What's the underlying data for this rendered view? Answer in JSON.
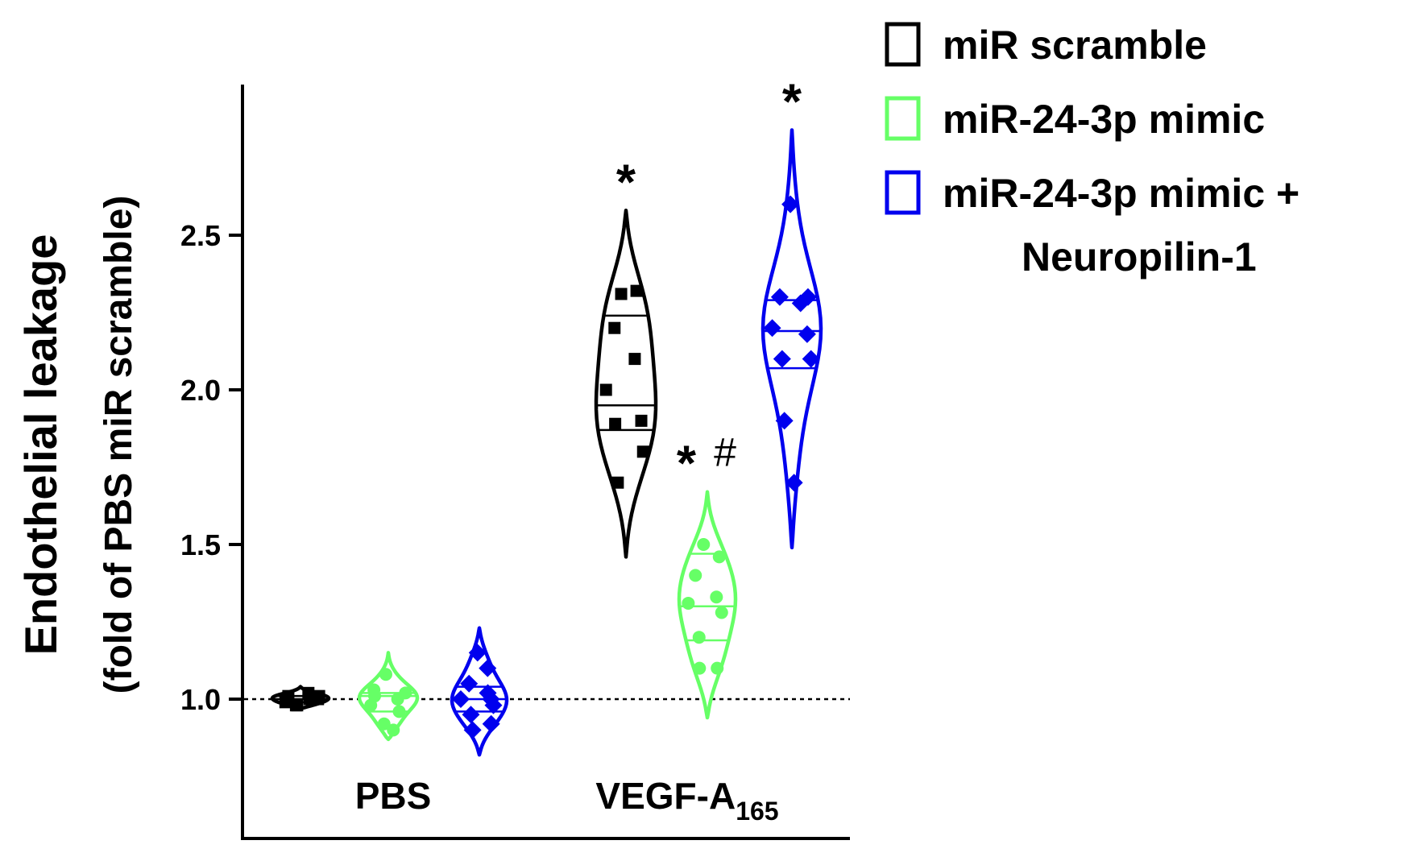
{
  "chart_data": {
    "type": "violin",
    "ylabel_line1": "Endothelial leakage",
    "ylabel_line2": "(fold of PBS miR scramble)",
    "ylim": [
      0.55,
      3.0
    ],
    "yticks": [
      "1.0",
      "1.5",
      "2.0",
      "2.5"
    ],
    "ytick_values": [
      1.0,
      1.5,
      2.0,
      2.5
    ],
    "reference_line": 1.0,
    "categories": [
      "PBS",
      "VEGF-A"
    ],
    "category_subscript": [
      "",
      "165"
    ],
    "legend_position": "top-right",
    "legend": [
      {
        "label": "miR scramble",
        "color": "#000000"
      },
      {
        "label": "miR-24-3p mimic",
        "color": "#66ff66"
      },
      {
        "label": "miR-24-3p mimic +",
        "label2": "Neuropilin-1",
        "color": "#0000ee"
      }
    ],
    "series": [
      {
        "name": "miR scramble",
        "color": "#000000",
        "marker": "square",
        "groups": [
          {
            "category": "PBS",
            "values": [
              0.98,
              1.0,
              1.01,
              1.0,
              0.99,
              1.02,
              0.98,
              1.01
            ],
            "median": 1.0,
            "q1": 0.99,
            "q3": 1.01,
            "range": [
              0.97,
              1.04
            ]
          },
          {
            "category": "VEGF-A",
            "values": [
              2.31,
              2.32,
              2.2,
              2.1,
              2.0,
              1.9,
              1.89,
              1.8,
              1.7
            ],
            "median": 1.95,
            "q1": 1.87,
            "q3": 2.24,
            "range": [
              1.46,
              2.58
            ],
            "annotation": "*"
          }
        ]
      },
      {
        "name": "miR-24-3p mimic",
        "color": "#66ff66",
        "marker": "circle",
        "groups": [
          {
            "category": "PBS",
            "values": [
              1.08,
              1.02,
              1.01,
              1.0,
              0.98,
              0.96,
              0.92,
              0.9,
              1.03
            ],
            "median": 1.01,
            "q1": 0.96,
            "q3": 1.02,
            "range": [
              0.87,
              1.15
            ]
          },
          {
            "category": "VEGF-A",
            "values": [
              1.5,
              1.46,
              1.4,
              1.33,
              1.31,
              1.28,
              1.2,
              1.1,
              1.1
            ],
            "median": 1.3,
            "q1": 1.19,
            "q3": 1.47,
            "range": [
              0.94,
              1.67
            ],
            "annotation": "*#"
          }
        ]
      },
      {
        "name": "miR-24-3p mimic + Neuropilin-1",
        "color": "#0000ee",
        "marker": "diamond",
        "groups": [
          {
            "category": "PBS",
            "values": [
              1.15,
              1.1,
              1.05,
              1.02,
              1.0,
              0.98,
              0.95,
              0.92,
              0.9,
              1.0
            ],
            "median": 1.0,
            "q1": 0.96,
            "q3": 1.04,
            "range": [
              0.82,
              1.23
            ]
          },
          {
            "category": "VEGF-A",
            "values": [
              2.6,
              2.3,
              2.3,
              2.28,
              2.2,
              2.18,
              2.1,
              2.1,
              1.9,
              1.7
            ],
            "median": 2.19,
            "q1": 2.07,
            "q3": 2.29,
            "range": [
              1.49,
              2.84
            ],
            "annotation": "*"
          }
        ]
      }
    ]
  }
}
